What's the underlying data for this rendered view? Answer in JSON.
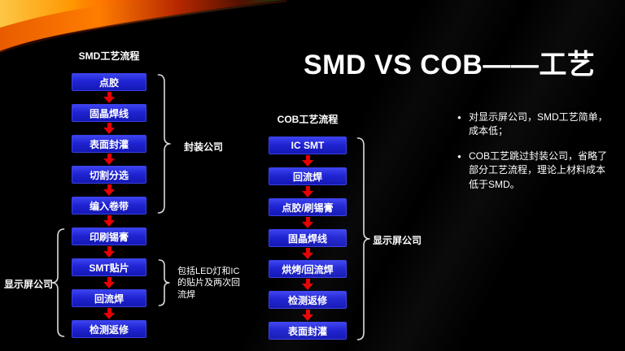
{
  "title": "SMD VS COB——工艺",
  "smd": {
    "header": "SMD工艺流程",
    "steps": [
      "点胶",
      "固晶焊线",
      "表面封灌",
      "切割分选",
      "编入卷带",
      "印刷锡膏",
      "SMT贴片",
      "回流焊",
      "检测返修"
    ]
  },
  "cob": {
    "header": "COB工艺流程",
    "steps": [
      "IC SMT",
      "回流焊",
      "点胶/刷锡膏",
      "固晶焊线",
      "烘烤/回流焊",
      "检测返修",
      "表面封灌"
    ]
  },
  "labels": {
    "packaging_company": "封装公司",
    "display_company_left": "显示屏公司",
    "display_company_right": "显示屏公司",
    "smt_note": "包括LED灯和IC的贴片及两次回流焊"
  },
  "bullets": {
    "marker": "●",
    "items": [
      "对显示屏公司，SMD工艺简单，成本低；",
      "COB工艺跳过封装公司，省略了部分工艺流程，理论上材料成本低于SMD。"
    ]
  },
  "colors": {
    "background": "#000000",
    "box_blue": "#2024d2",
    "arrow_red": "#e60000",
    "text": "#ffffff",
    "swoosh_orange": "#ff7d00",
    "swoosh_green": "#0fa060"
  }
}
